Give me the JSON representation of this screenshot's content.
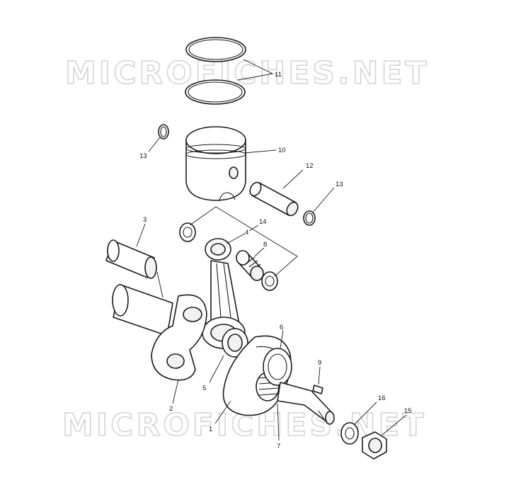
{
  "watermark": {
    "top": "MICROFICHES.NET",
    "bottom": "MICROFICHES.NET",
    "color": "#d4d4d4"
  },
  "callouts": {
    "c1": "1",
    "c2": "2",
    "c3": "3",
    "c4": "4",
    "c5": "5",
    "c6": "6",
    "c7": "7",
    "c8": "8",
    "c9": "9",
    "c10": "10",
    "c11": "11",
    "c12": "12",
    "c13a": "13",
    "c13b": "13",
    "c14": "14",
    "c15": "15",
    "c16": "16"
  },
  "colors": {
    "ink": "#1a1a1a",
    "paper": "#ffffff"
  }
}
